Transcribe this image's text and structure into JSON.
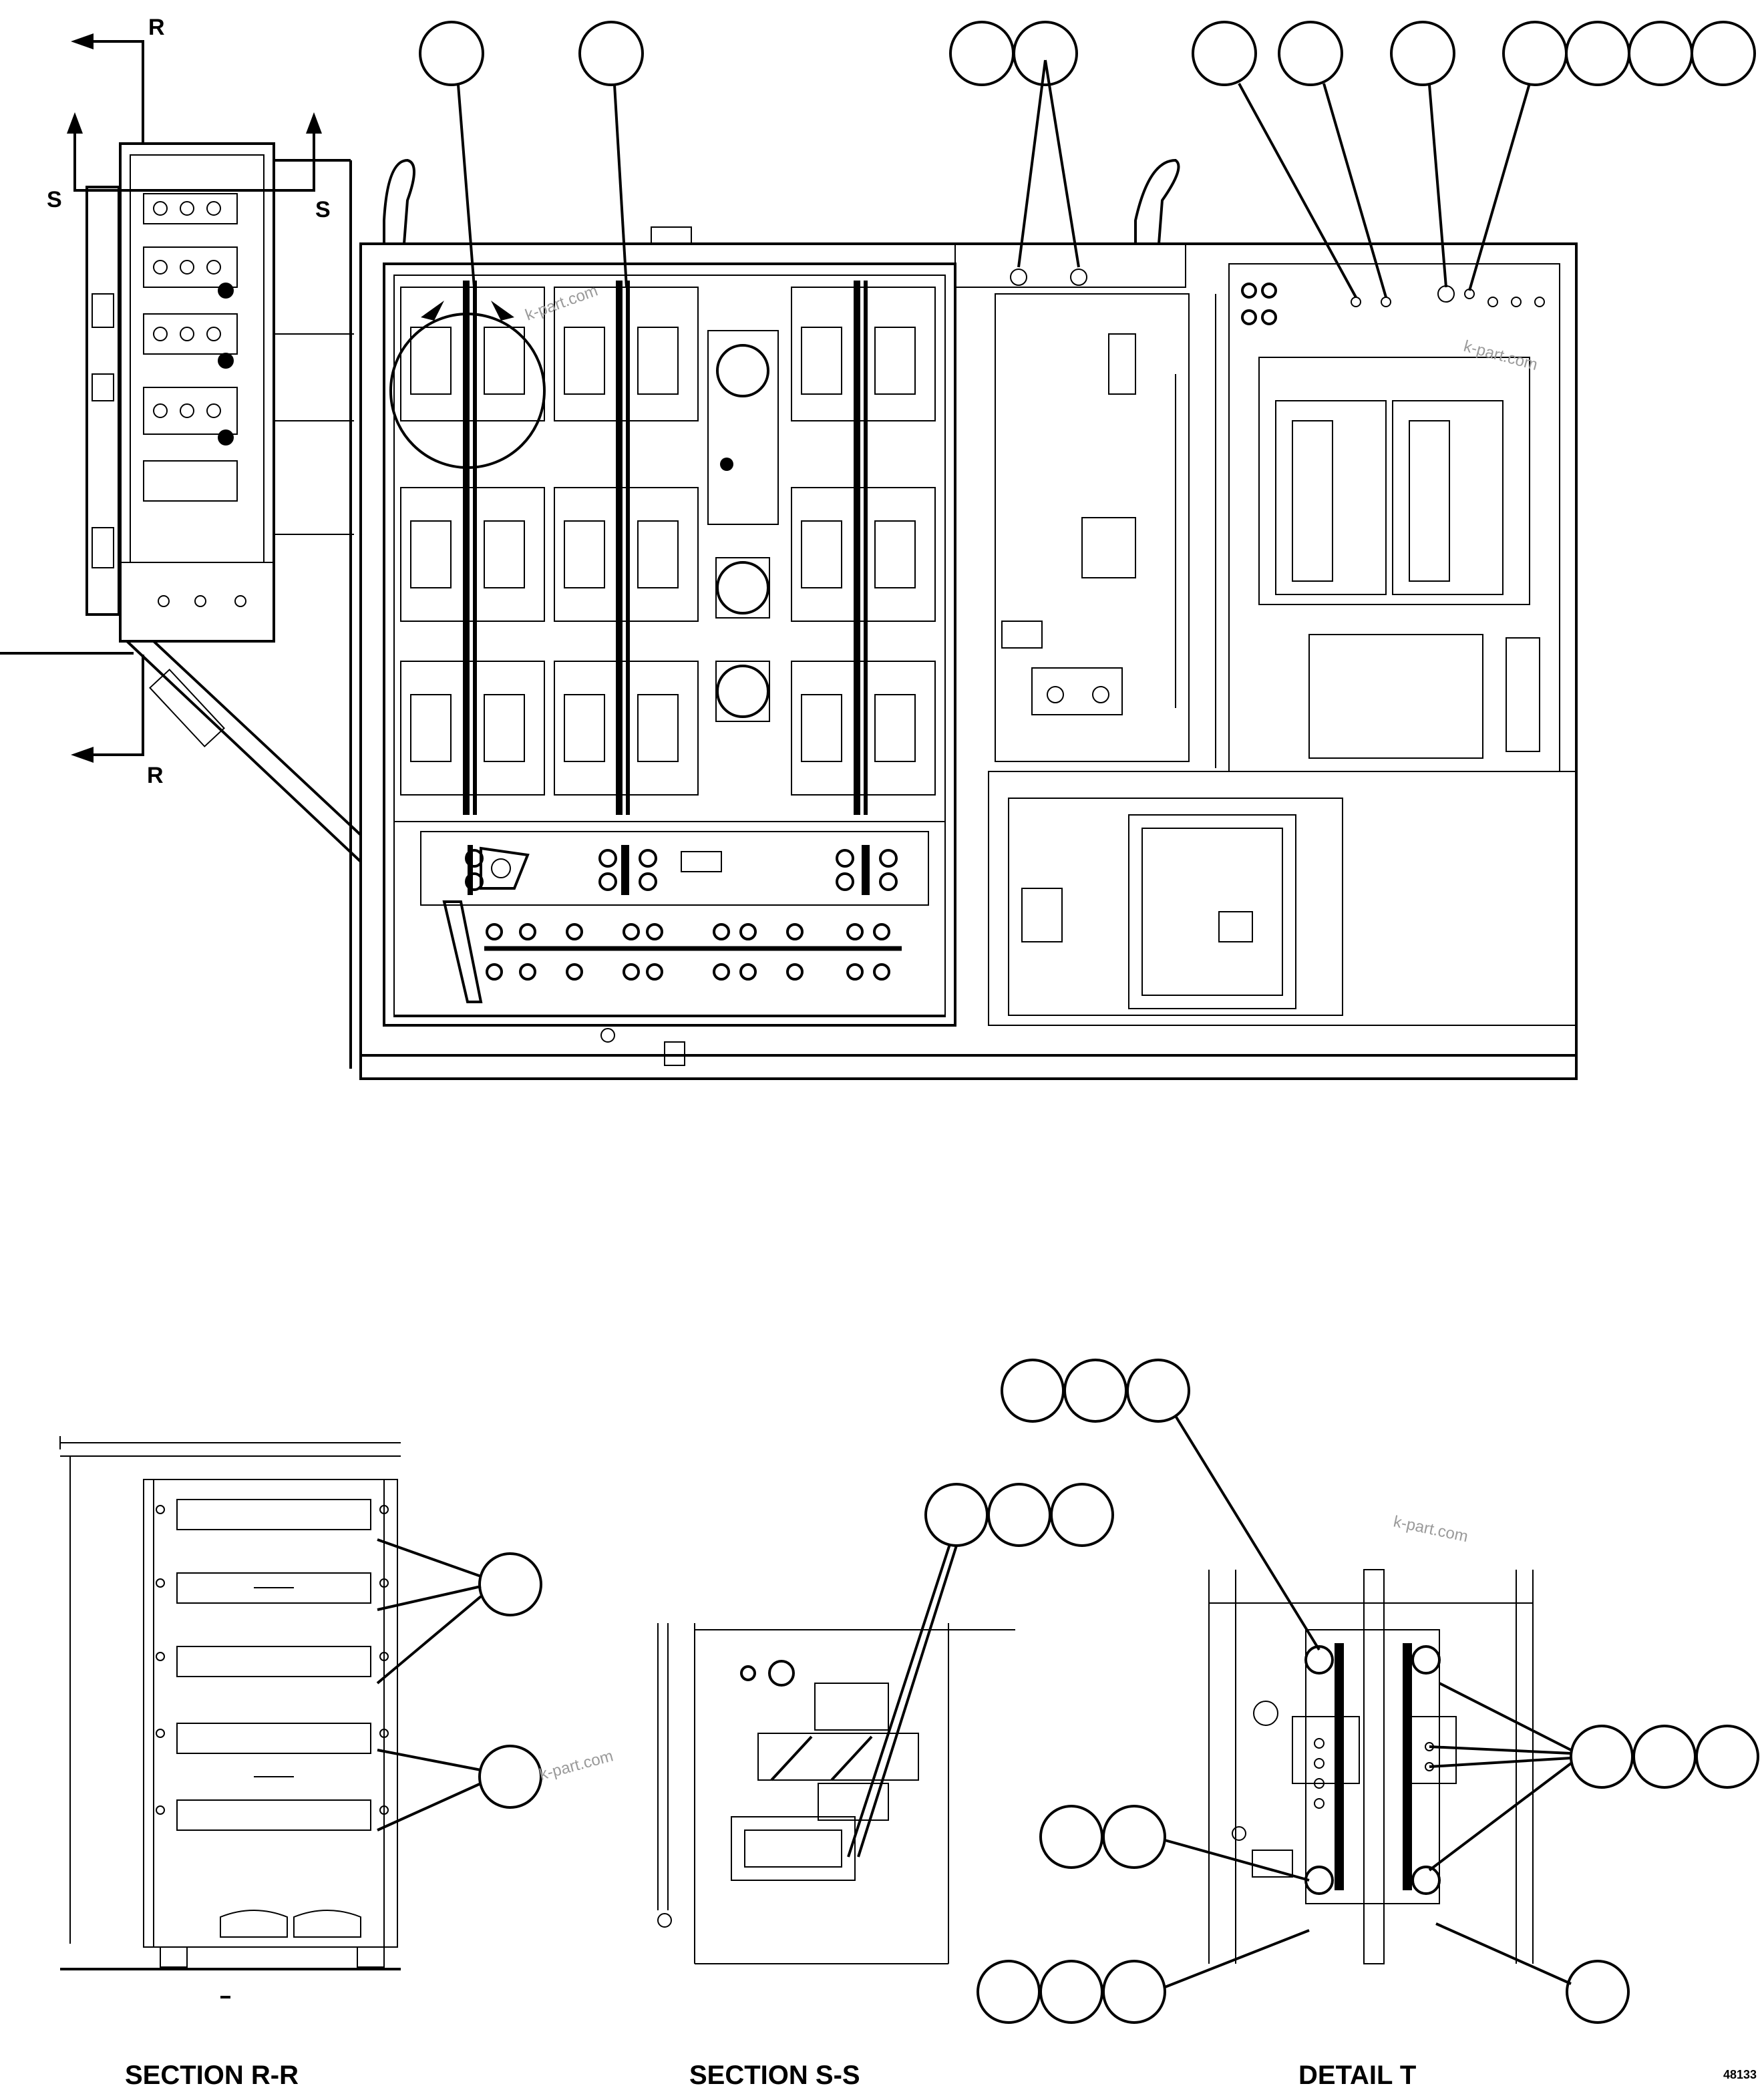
{
  "section_markers": {
    "r_top": "R",
    "r_bottom": "R",
    "s_left": "S",
    "s_right": "S"
  },
  "captions": {
    "section_rr": "SECTION R-R",
    "section_ss": "SECTION S-S",
    "detail_t": "DETAIL T"
  },
  "drawing_number": "48133",
  "watermarks": [
    "k-part.com",
    "k-part.com",
    "k-part.com",
    "k-part.com"
  ]
}
